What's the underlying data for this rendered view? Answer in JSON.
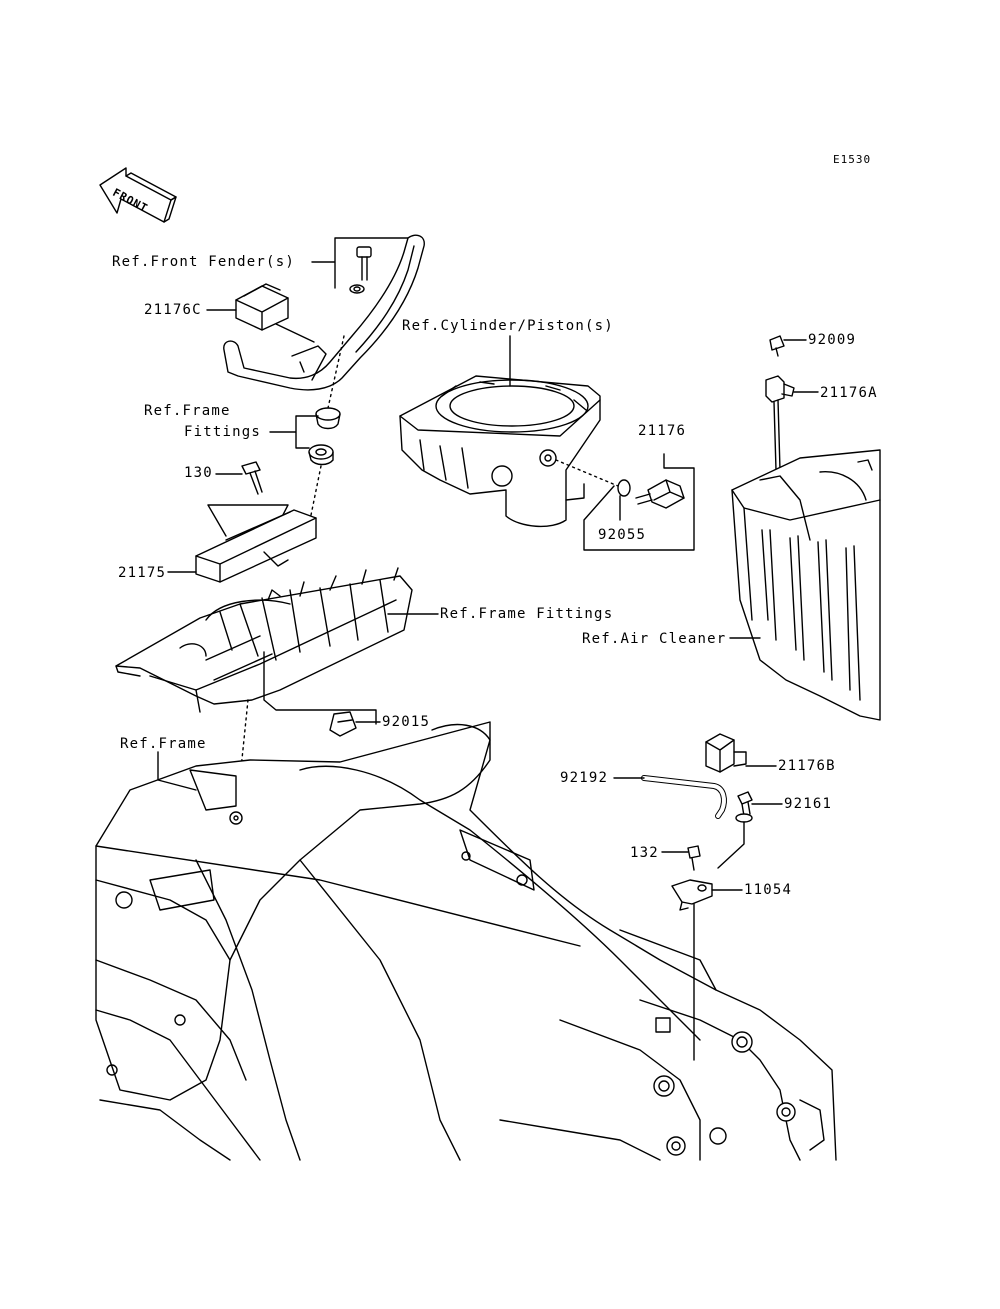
{
  "diagram_code": "E1530",
  "front_label": "FRONT",
  "labels": {
    "ref_front_fender": "Ref.Front Fender(s)",
    "p21176c": "21176C",
    "ref_cylinder": "Ref.Cylinder/Piston(s)",
    "p92009": "92009",
    "p21176a": "21176A",
    "ref_frame_fittings_1a": "Ref.Frame",
    "ref_frame_fittings_1b": "Fittings",
    "p130": "130",
    "p21176": "21176",
    "p92055": "92055",
    "p21175": "21175",
    "ref_frame_fittings_2": "Ref.Frame Fittings",
    "ref_air_cleaner": "Ref.Air Cleaner",
    "p92015": "92015",
    "ref_frame": "Ref.Frame",
    "p21176b": "21176B",
    "p92192": "92192",
    "p92161": "92161",
    "p132": "132",
    "p11054": "11054"
  }
}
